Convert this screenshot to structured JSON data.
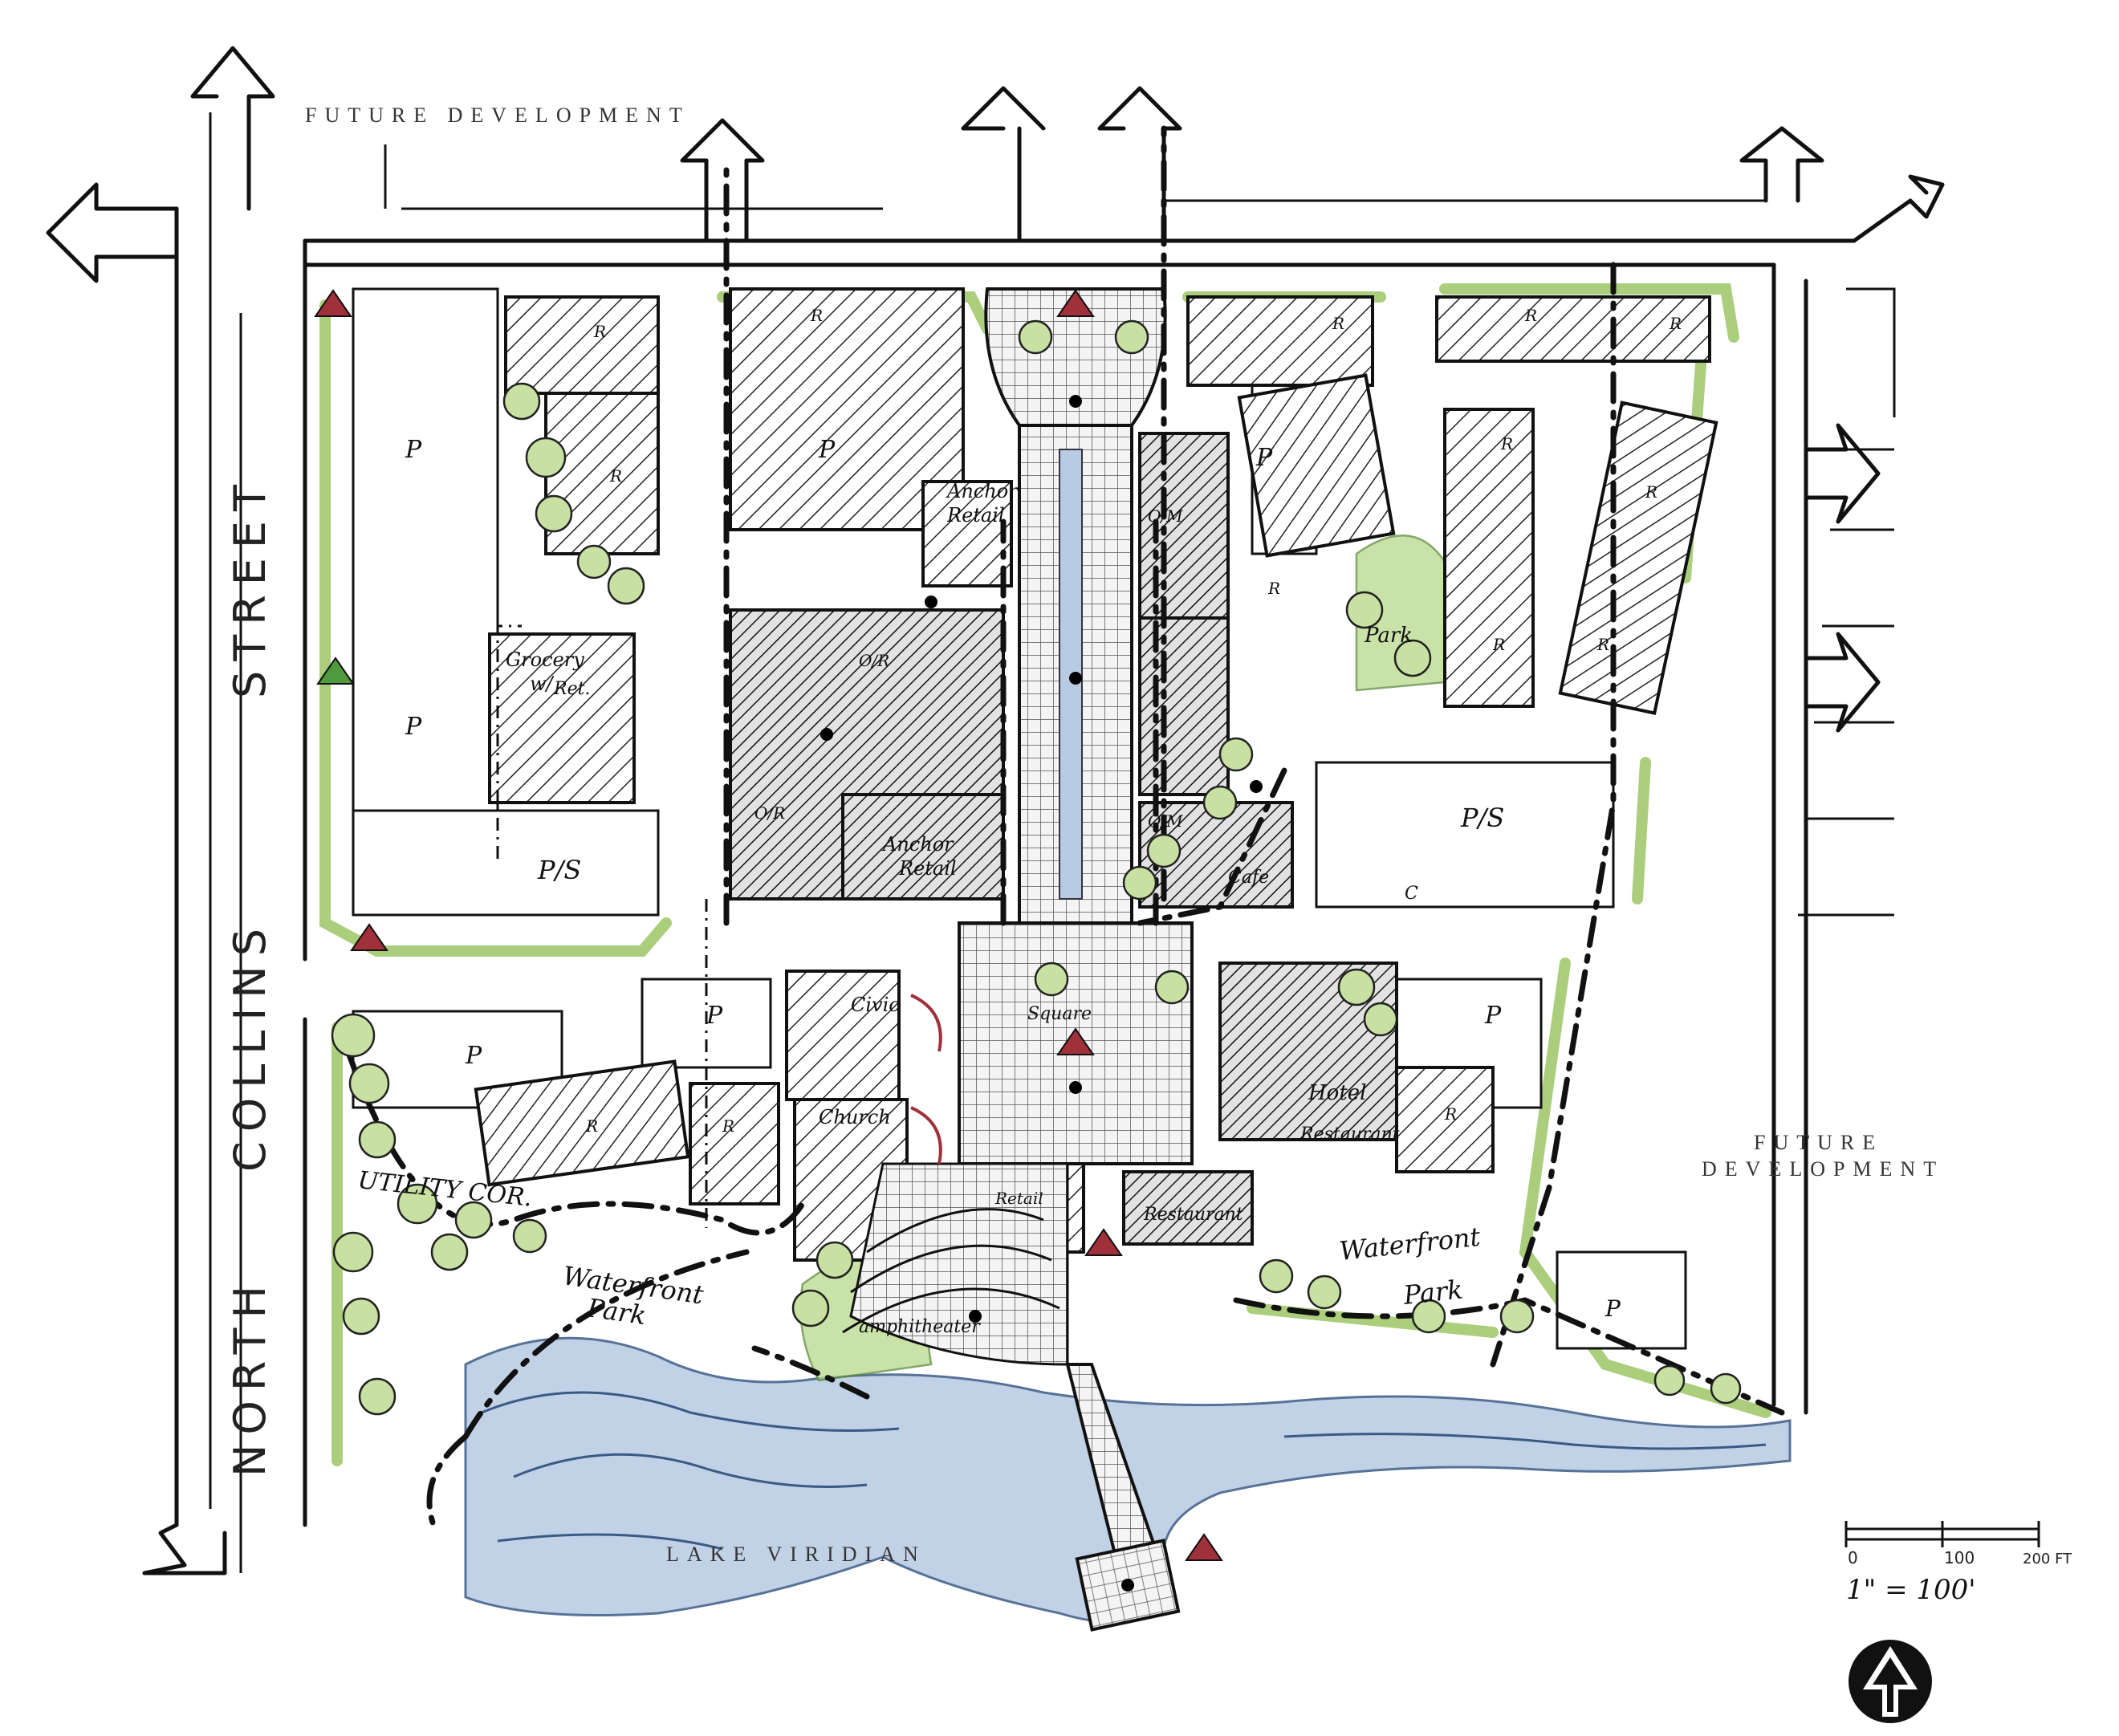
{
  "labels": {
    "future_dev_top": "FUTURE DEVELOPMENT",
    "future_dev_right_1": "FUTURE",
    "future_dev_right_2": "DEVELOPMENT",
    "street_1": "NORTH",
    "street_2": "COLLINS",
    "street_3": "STREET",
    "lake": "LAKE VIRIDIAN",
    "utility": "UTILITY COR.",
    "waterfront_park_1": "Waterfront",
    "waterfront_park_2": "Park",
    "amphitheater": "amphitheater",
    "anchor_retail_top_1": "Anchor",
    "anchor_retail_top_2": "Retail",
    "anchor_retail_bottom_1": "Anchor",
    "anchor_retail_bottom_2": "Retail",
    "grocery_1": "Grocery",
    "grocery_2": "w/",
    "grocery_3": "Ret.",
    "civic": "Civic",
    "church": "Church",
    "hotel": "Hotel",
    "restaurant_hotel": "Restaurant",
    "restaurant_south": "Restaurant",
    "retail_south": "Retail",
    "square": "Square",
    "park": "Park",
    "cafe": "Cafe",
    "parking": "P",
    "parking_structure": "P/S",
    "residential": "R",
    "office_retail": "O/R",
    "office_retail_2": "O/R",
    "office_multi": "O/M",
    "office_multi_2": "O/M",
    "commercial": "C",
    "scale_0": "0",
    "scale_100": "100",
    "scale_200": "200 FT",
    "scale_ratio": "1\" = 100'"
  },
  "colors": {
    "landscape": "#9cc566",
    "water": "#b7cbe3",
    "focal_star": "#f3c234",
    "gateway_marker": "#a0303a",
    "linework": "#111111"
  },
  "icons": {
    "north_arrow": "north-arrow-icon",
    "focal_point": "sunburst-star-icon",
    "gateway": "red-triangle-icon"
  }
}
